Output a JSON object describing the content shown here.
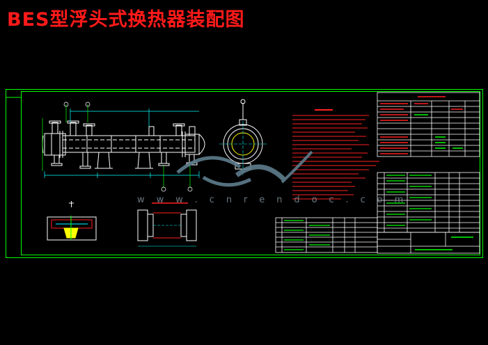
{
  "title": "BES型浮头式换热器装配图",
  "watermark_url": "w  w  w  .  c  n  r  e  n  d  o  c  .  c  o  m",
  "colors": {
    "background": "#000000",
    "title": "#ff1a1a",
    "frame": "#00ff00",
    "linework": "#ffffff",
    "notes": "#ff0000",
    "dims": "#00ffff",
    "watermark": "#5f7d8c"
  },
  "icons": {
    "watermark_logo": "cnrendoc-logo",
    "section_marker": "section-I-label"
  }
}
